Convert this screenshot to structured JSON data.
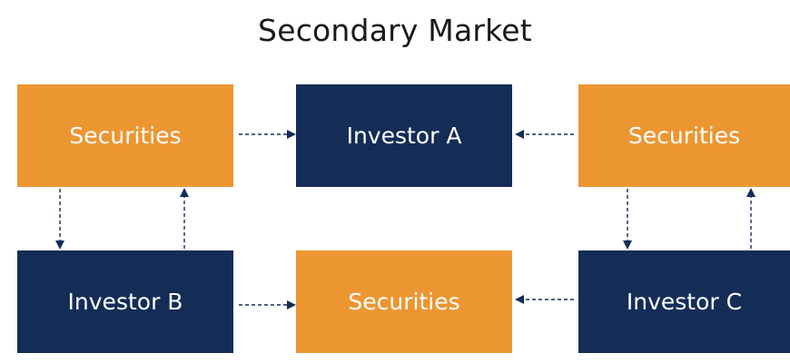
{
  "title": "Secondary Market",
  "boxes": {
    "securities_top_left": "Securities",
    "investor_a": "Investor A",
    "securities_top_right": "Securities",
    "investor_b": "Investor B",
    "securities_bottom_middle": "Securities",
    "investor_c": "Investor C"
  },
  "colors": {
    "securities_fill": "#ec9632",
    "investor_fill": "#142d57",
    "arrow": "#142d57"
  }
}
